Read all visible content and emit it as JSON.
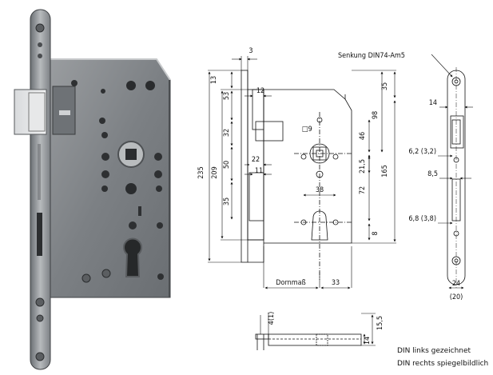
{
  "dimensions": {
    "d3": "3",
    "d13": "13",
    "d53": "53",
    "d12": "12",
    "d32": "32",
    "d22": "22",
    "d50": "50",
    "d11": "11",
    "d35_left": "35",
    "d235": "235",
    "d209": "209",
    "d9": "9",
    "d98": "98",
    "d46": "46",
    "d21_5": "21,5",
    "d72": "72",
    "d165": "165",
    "d35_right": "35",
    "d8": "8",
    "d38": "38",
    "dornmass": "Dornmaß",
    "d33": "33",
    "d14_side": "14",
    "d6_2": "6,2 (3,2)",
    "d8_5": "8,5",
    "d6_8": "6,8 (3,8)",
    "d24": "24",
    "d20": "(20)",
    "d4_1": "4(1)",
    "d15_5": "15,5",
    "d14_bottom": "14"
  },
  "labels": {
    "senkung": "Senkung DIN74-Am5",
    "note_line1": "DIN links gezeichnet",
    "note_line2": "DIN rechts spiegelbildlich"
  },
  "colors": {
    "ink": "#111111",
    "metal_dark": "#5a5d60",
    "metal_mid": "#8d9093",
    "metal_light": "#c9cbcd"
  }
}
